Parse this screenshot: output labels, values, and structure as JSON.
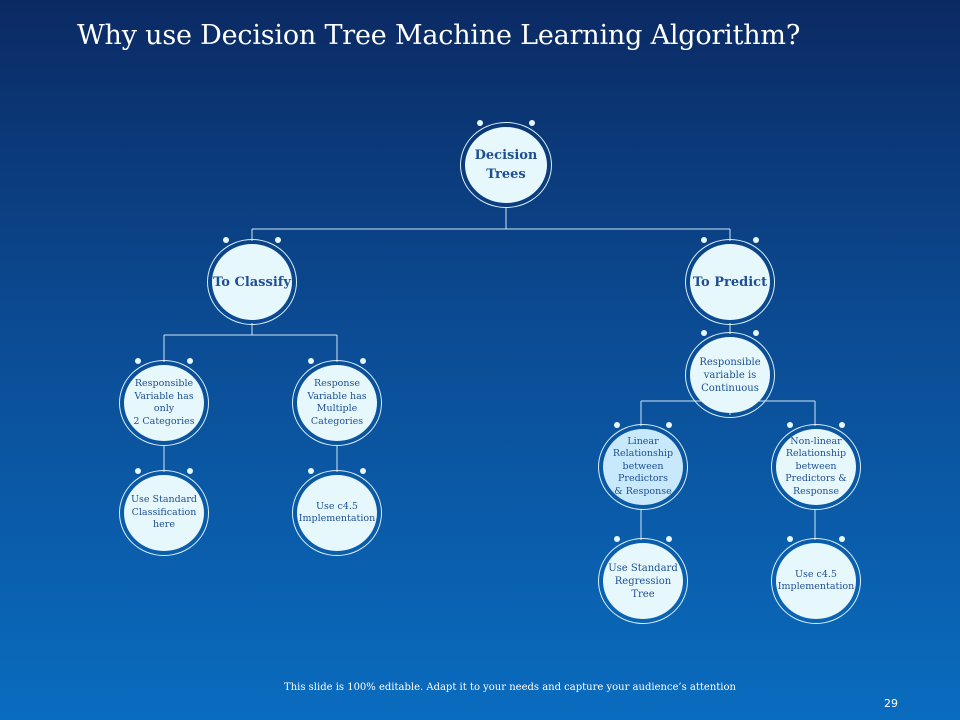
{
  "slide": {
    "title": "Why use Decision Tree Machine Learning Algorithm?",
    "footer": "This slide is 100% editable. Adapt it to your needs and capture your audience’s attention",
    "page_number": "29"
  },
  "diagram": {
    "root": "Decision\nTrees",
    "classify": "To Classify",
    "predict": "To Predict",
    "classify_two": "Responsible\nVariable has only\n2 Categories",
    "classify_multi": "Response\nVariable has\nMultiple\nCategories",
    "classify_standard": "Use Standard\nClassification\nhere",
    "classify_c45": "Use c4.5\nImplementation",
    "predict_continuous": "Responsible\nvariable is\nContinuous",
    "predict_linear": "Linear\nRelationship\nbetween\nPredictors\n& Response",
    "predict_nonlinear": "Non-linear\nRelationship\nbetween\nPredictors &\nResponse",
    "predict_standard": "Use Standard\nRegression\nTree",
    "predict_c45": "Use c4.5\nImplementation"
  },
  "colors": {
    "background_top": "#0b2a63",
    "background_bottom": "#0a6cbf",
    "node_fill": "#e7f8fd",
    "node_highlight": "#c8e9fb",
    "node_text": "#1e4f93",
    "connector": "#cfe6f5"
  }
}
